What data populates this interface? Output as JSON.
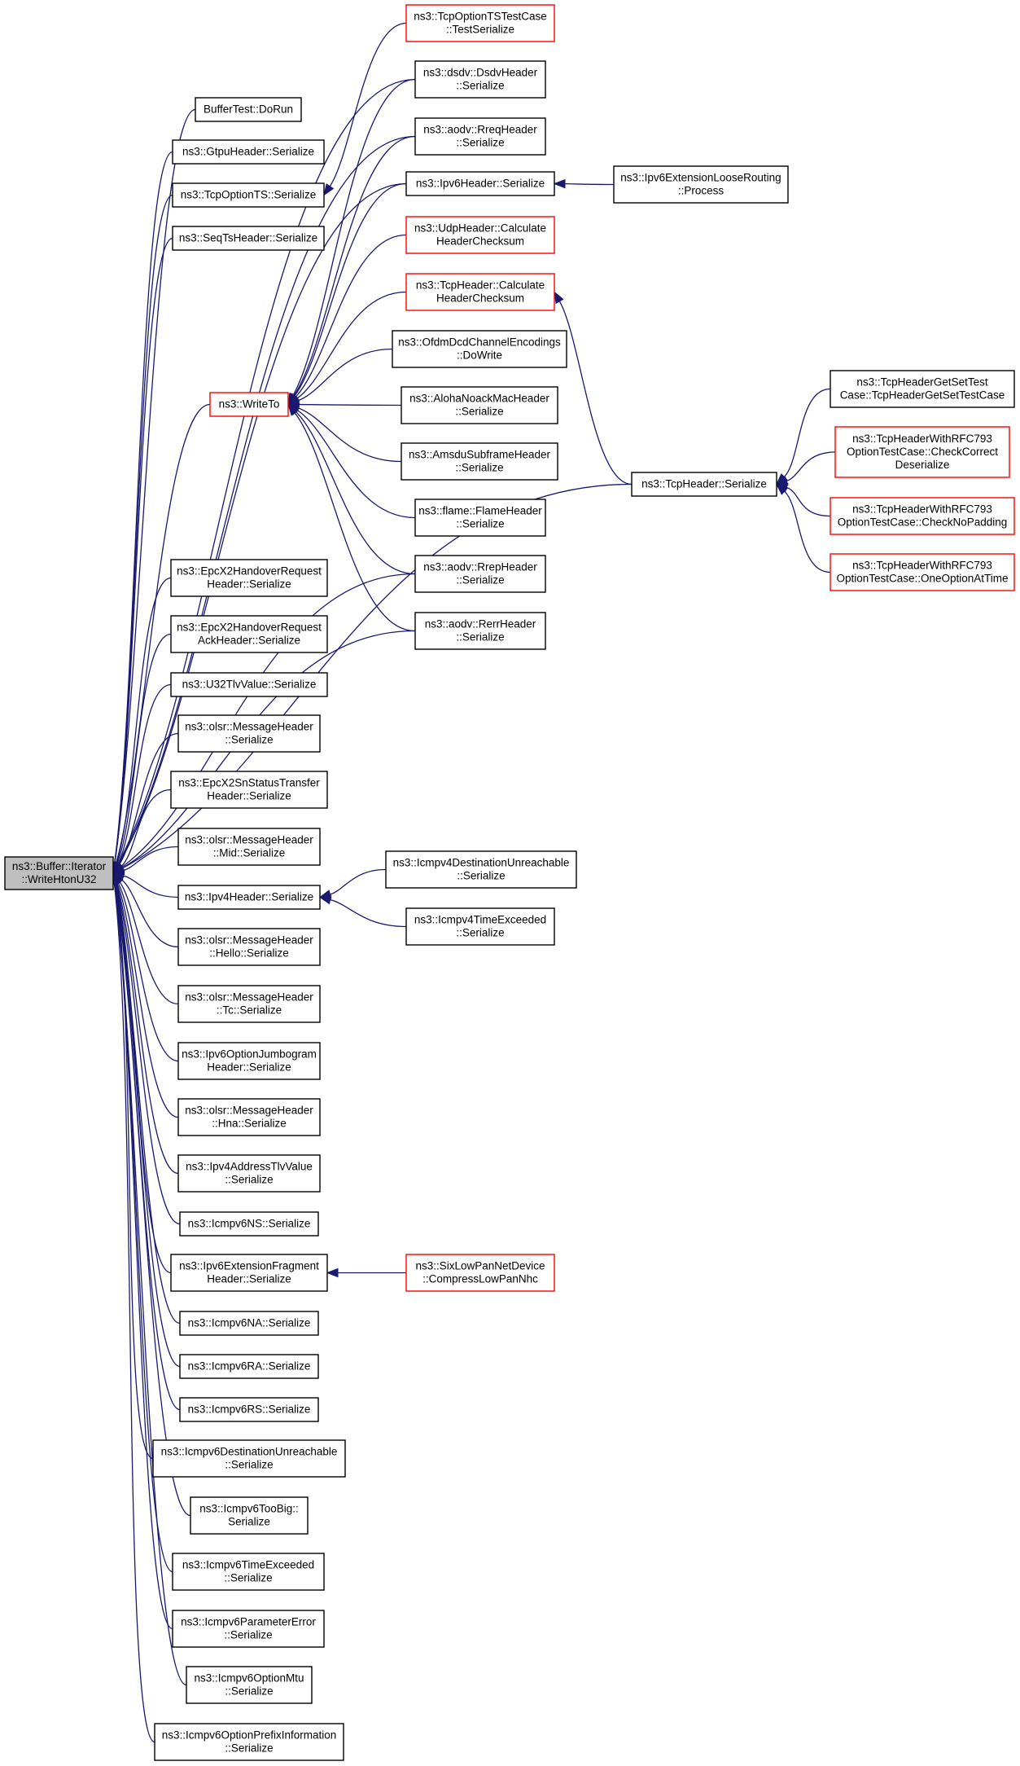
{
  "nodes": [
    {
      "id": "root",
      "lines": [
        "ns3::Buffer::Iterator",
        "::WriteHtonU32"
      ],
      "style": "root"
    },
    {
      "id": "writeto",
      "lines": [
        "ns3::WriteTo"
      ],
      "style": "red"
    },
    {
      "id": "buffertest",
      "lines": [
        "BufferTest::DoRun"
      ],
      "style": "plain"
    },
    {
      "id": "gtpu",
      "lines": [
        "ns3::GtpuHeader::Serialize"
      ],
      "style": "plain"
    },
    {
      "id": "tcpoptionts",
      "lines": [
        "ns3::TcpOptionTS::Serialize"
      ],
      "style": "plain"
    },
    {
      "id": "seqts",
      "lines": [
        "ns3::SeqTsHeader::Serialize"
      ],
      "style": "plain"
    },
    {
      "id": "tcpoptiontstest",
      "lines": [
        "ns3::TcpOptionTSTestCase",
        "::TestSerialize"
      ],
      "style": "red"
    },
    {
      "id": "dsdv",
      "lines": [
        "ns3::dsdv::DsdvHeader",
        "::Serialize"
      ],
      "style": "plain"
    },
    {
      "id": "rreq",
      "lines": [
        "ns3::aodv::RreqHeader",
        "::Serialize"
      ],
      "style": "plain"
    },
    {
      "id": "ipv6header",
      "lines": [
        "ns3::Ipv6Header::Serialize"
      ],
      "style": "plain"
    },
    {
      "id": "ipv6ext",
      "lines": [
        "ns3::Ipv6ExtensionLooseRouting",
        "::Process"
      ],
      "style": "plain"
    },
    {
      "id": "udpcalc",
      "lines": [
        "ns3::UdpHeader::Calculate",
        "HeaderChecksum"
      ],
      "style": "red"
    },
    {
      "id": "tcpcalc",
      "lines": [
        "ns3::TcpHeader::Calculate",
        "HeaderChecksum"
      ],
      "style": "red"
    },
    {
      "id": "ofdm",
      "lines": [
        "ns3::OfdmDcdChannelEncodings",
        "::DoWrite"
      ],
      "style": "plain"
    },
    {
      "id": "aloha",
      "lines": [
        "ns3::AlohaNoackMacHeader",
        "::Serialize"
      ],
      "style": "plain"
    },
    {
      "id": "amsdu",
      "lines": [
        "ns3::AmsduSubframeHeader",
        "::Serialize"
      ],
      "style": "plain"
    },
    {
      "id": "flame",
      "lines": [
        "ns3::flame::FlameHeader",
        "::Serialize"
      ],
      "style": "plain"
    },
    {
      "id": "rrep",
      "lines": [
        "ns3::aodv::RrepHeader",
        "::Serialize"
      ],
      "style": "plain"
    },
    {
      "id": "rerr",
      "lines": [
        "ns3::aodv::RerrHeader",
        "::Serialize"
      ],
      "style": "plain"
    },
    {
      "id": "tcpheader",
      "lines": [
        "ns3::TcpHeader::Serialize"
      ],
      "style": "plain"
    },
    {
      "id": "tcpgetset",
      "lines": [
        "ns3::TcpHeaderGetSetTest",
        "Case::TcpHeaderGetSetTestCase"
      ],
      "style": "plain"
    },
    {
      "id": "tcprfc1",
      "lines": [
        "ns3::TcpHeaderWithRFC793",
        "OptionTestCase::CheckCorrect",
        "Deserialize"
      ],
      "style": "red"
    },
    {
      "id": "tcprfc2",
      "lines": [
        "ns3::TcpHeaderWithRFC793",
        "OptionTestCase::CheckNoPadding"
      ],
      "style": "red"
    },
    {
      "id": "tcprfc3",
      "lines": [
        "ns3::TcpHeaderWithRFC793",
        "OptionTestCase::OneOptionAtTime"
      ],
      "style": "red"
    },
    {
      "id": "epchandover",
      "lines": [
        "ns3::EpcX2HandoverRequest",
        "Header::Serialize"
      ],
      "style": "plain"
    },
    {
      "id": "epchandoverack",
      "lines": [
        "ns3::EpcX2HandoverRequest",
        "AckHeader::Serialize"
      ],
      "style": "plain"
    },
    {
      "id": "u32tlv",
      "lines": [
        "ns3::U32TlvValue::Serialize"
      ],
      "style": "plain"
    },
    {
      "id": "olsrmsg",
      "lines": [
        "ns3::olsr::MessageHeader",
        "::Serialize"
      ],
      "style": "plain"
    },
    {
      "id": "epcsn",
      "lines": [
        "ns3::EpcX2SnStatusTransfer",
        "Header::Serialize"
      ],
      "style": "plain"
    },
    {
      "id": "olsrmid",
      "lines": [
        "ns3::olsr::MessageHeader",
        "::Mid::Serialize"
      ],
      "style": "plain"
    },
    {
      "id": "ipv4header",
      "lines": [
        "ns3::Ipv4Header::Serialize"
      ],
      "style": "plain"
    },
    {
      "id": "icmpv4unreach",
      "lines": [
        "ns3::Icmpv4DestinationUnreachable",
        "::Serialize"
      ],
      "style": "plain"
    },
    {
      "id": "icmpv4time",
      "lines": [
        "ns3::Icmpv4TimeExceeded",
        "::Serialize"
      ],
      "style": "plain"
    },
    {
      "id": "olsrhello",
      "lines": [
        "ns3::olsr::MessageHeader",
        "::Hello::Serialize"
      ],
      "style": "plain"
    },
    {
      "id": "olsrtc",
      "lines": [
        "ns3::olsr::MessageHeader",
        "::Tc::Serialize"
      ],
      "style": "plain"
    },
    {
      "id": "ipv6jumbo",
      "lines": [
        "ns3::Ipv6OptionJumbogram",
        "Header::Serialize"
      ],
      "style": "plain"
    },
    {
      "id": "olsrhna",
      "lines": [
        "ns3::olsr::MessageHeader",
        "::Hna::Serialize"
      ],
      "style": "plain"
    },
    {
      "id": "ipv4addrtlv",
      "lines": [
        "ns3::Ipv4AddressTlvValue",
        "::Serialize"
      ],
      "style": "plain"
    },
    {
      "id": "icmpv6ns",
      "lines": [
        "ns3::Icmpv6NS::Serialize"
      ],
      "style": "plain"
    },
    {
      "id": "ipv6frag",
      "lines": [
        "ns3::Ipv6ExtensionFragment",
        "Header::Serialize"
      ],
      "style": "plain"
    },
    {
      "id": "sixlowpan",
      "lines": [
        "ns3::SixLowPanNetDevice",
        "::CompressLowPanNhc"
      ],
      "style": "red"
    },
    {
      "id": "icmpv6na",
      "lines": [
        "ns3::Icmpv6NA::Serialize"
      ],
      "style": "plain"
    },
    {
      "id": "icmpv6ra",
      "lines": [
        "ns3::Icmpv6RA::Serialize"
      ],
      "style": "plain"
    },
    {
      "id": "icmpv6rs",
      "lines": [
        "ns3::Icmpv6RS::Serialize"
      ],
      "style": "plain"
    },
    {
      "id": "icmpv6unreach",
      "lines": [
        "ns3::Icmpv6DestinationUnreachable",
        "::Serialize"
      ],
      "style": "plain"
    },
    {
      "id": "icmpv6toobig",
      "lines": [
        "ns3::Icmpv6TooBig::",
        "Serialize"
      ],
      "style": "plain"
    },
    {
      "id": "icmpv6time",
      "lines": [
        "ns3::Icmpv6TimeExceeded",
        "::Serialize"
      ],
      "style": "plain"
    },
    {
      "id": "icmpv6param",
      "lines": [
        "ns3::Icmpv6ParameterError",
        "::Serialize"
      ],
      "style": "plain"
    },
    {
      "id": "icmpv6mtu",
      "lines": [
        "ns3::Icmpv6OptionMtu",
        "::Serialize"
      ],
      "style": "plain"
    },
    {
      "id": "icmpv6prefix",
      "lines": [
        "ns3::Icmpv6OptionPrefixInformation",
        "::Serialize"
      ],
      "style": "plain"
    }
  ],
  "edges": [
    {
      "from": "buffertest",
      "to": "root"
    },
    {
      "from": "gtpu",
      "to": "root"
    },
    {
      "from": "tcpoptionts",
      "to": "root"
    },
    {
      "from": "seqts",
      "to": "root"
    },
    {
      "from": "writeto",
      "to": "root"
    },
    {
      "from": "dsdv",
      "to": "root"
    },
    {
      "from": "rreq",
      "to": "root"
    },
    {
      "from": "ipv6header",
      "to": "root"
    },
    {
      "from": "tcpheader",
      "to": "root"
    },
    {
      "from": "rrep",
      "to": "root"
    },
    {
      "from": "rerr",
      "to": "root"
    },
    {
      "from": "epchandover",
      "to": "root"
    },
    {
      "from": "epchandoverack",
      "to": "root"
    },
    {
      "from": "u32tlv",
      "to": "root"
    },
    {
      "from": "olsrmsg",
      "to": "root"
    },
    {
      "from": "epcsn",
      "to": "root"
    },
    {
      "from": "olsrmid",
      "to": "root"
    },
    {
      "from": "ipv4header",
      "to": "root"
    },
    {
      "from": "olsrhello",
      "to": "root"
    },
    {
      "from": "olsrtc",
      "to": "root"
    },
    {
      "from": "ipv6jumbo",
      "to": "root"
    },
    {
      "from": "olsrhna",
      "to": "root"
    },
    {
      "from": "ipv4addrtlv",
      "to": "root"
    },
    {
      "from": "icmpv6ns",
      "to": "root"
    },
    {
      "from": "ipv6frag",
      "to": "root"
    },
    {
      "from": "icmpv6na",
      "to": "root"
    },
    {
      "from": "icmpv6ra",
      "to": "root"
    },
    {
      "from": "icmpv6rs",
      "to": "root"
    },
    {
      "from": "icmpv6unreach",
      "to": "root"
    },
    {
      "from": "icmpv6toobig",
      "to": "root"
    },
    {
      "from": "icmpv6time",
      "to": "root"
    },
    {
      "from": "icmpv6param",
      "to": "root"
    },
    {
      "from": "icmpv6mtu",
      "to": "root"
    },
    {
      "from": "icmpv6prefix",
      "to": "root"
    },
    {
      "from": "tcpoptiontstest",
      "to": "tcpoptionts"
    },
    {
      "from": "dsdv",
      "to": "writeto"
    },
    {
      "from": "rreq",
      "to": "writeto"
    },
    {
      "from": "ipv6header",
      "to": "writeto"
    },
    {
      "from": "udpcalc",
      "to": "writeto"
    },
    {
      "from": "tcpcalc",
      "to": "writeto"
    },
    {
      "from": "ofdm",
      "to": "writeto"
    },
    {
      "from": "aloha",
      "to": "writeto"
    },
    {
      "from": "amsdu",
      "to": "writeto"
    },
    {
      "from": "flame",
      "to": "writeto"
    },
    {
      "from": "rrep",
      "to": "writeto"
    },
    {
      "from": "rerr",
      "to": "writeto"
    },
    {
      "from": "ipv6ext",
      "to": "ipv6header"
    },
    {
      "from": "tcpheader",
      "to": "tcpcalc"
    },
    {
      "from": "tcpgetset",
      "to": "tcpheader"
    },
    {
      "from": "tcprfc1",
      "to": "tcpheader"
    },
    {
      "from": "tcprfc2",
      "to": "tcpheader"
    },
    {
      "from": "tcprfc3",
      "to": "tcpheader"
    },
    {
      "from": "icmpv4unreach",
      "to": "ipv4header"
    },
    {
      "from": "icmpv4time",
      "to": "ipv4header"
    },
    {
      "from": "sixlowpan",
      "to": "ipv6frag"
    }
  ]
}
